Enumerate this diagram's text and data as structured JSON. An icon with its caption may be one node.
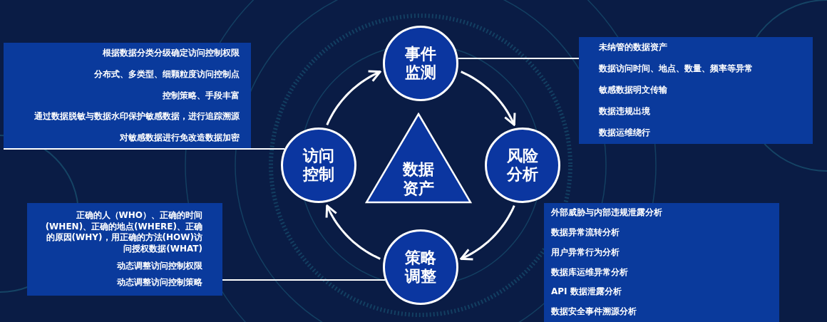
{
  "diagram": {
    "nodes": [
      {
        "text": [
          "事件监测"
        ]
      },
      {
        "text": [
          "风险分析"
        ]
      },
      {
        "text": [
          "策略调整"
        ]
      },
      {
        "text": [
          "访问控制"
        ]
      },
      {
        "text": [
          "数据资产"
        ]
      },
      {
        "text": [
          "未纳管的数据资产",
          "数据访问时间、地点、数量、频率等异常",
          "敏感数据明文传输",
          "数据违规出境",
          "数据运维绕行"
        ]
      },
      {
        "text": [
          "外部威胁与内部违规泄露分析",
          "数据异常流转分析",
          "用户异常行为分析",
          "数据库运维异常分析",
          "API 数据泄露分析",
          "数据安全事件溯源分析"
        ]
      },
      {
        "text": [
          "正确的人（WHO）、正确的时间(WHEN)、正确的地点(WHERE)、正确的原因(WHY)，用正确的方法(HOW)访问授权数据(WHAT)",
          "动态调整访问控制权限",
          "动态调整访问控制策略"
        ]
      },
      {
        "text": [
          "根据数据分类分级确定访问控制权限",
          "分布式、多类型、细颗粒度访问控制点",
          "控制策略、手段丰富",
          "通过数据脱敏与数据水印保护敏感数据，进行追踪溯源",
          "对敏感数据进行免改造数据加密"
        ]
      }
    ],
    "edges": [
      {
        "from": 0,
        "to": 1,
        "arrow": "to"
      },
      {
        "from": 1,
        "to": 2,
        "arrow": "to"
      },
      {
        "from": 2,
        "to": 3,
        "arrow": "to"
      },
      {
        "from": 3,
        "to": 0,
        "arrow": "to"
      },
      {
        "from": 0,
        "to": 5,
        "arrow": "none"
      },
      {
        "from": 3,
        "to": 8,
        "arrow": "none"
      },
      {
        "from": 2,
        "to": 7,
        "arrow": "none"
      }
    ]
  }
}
